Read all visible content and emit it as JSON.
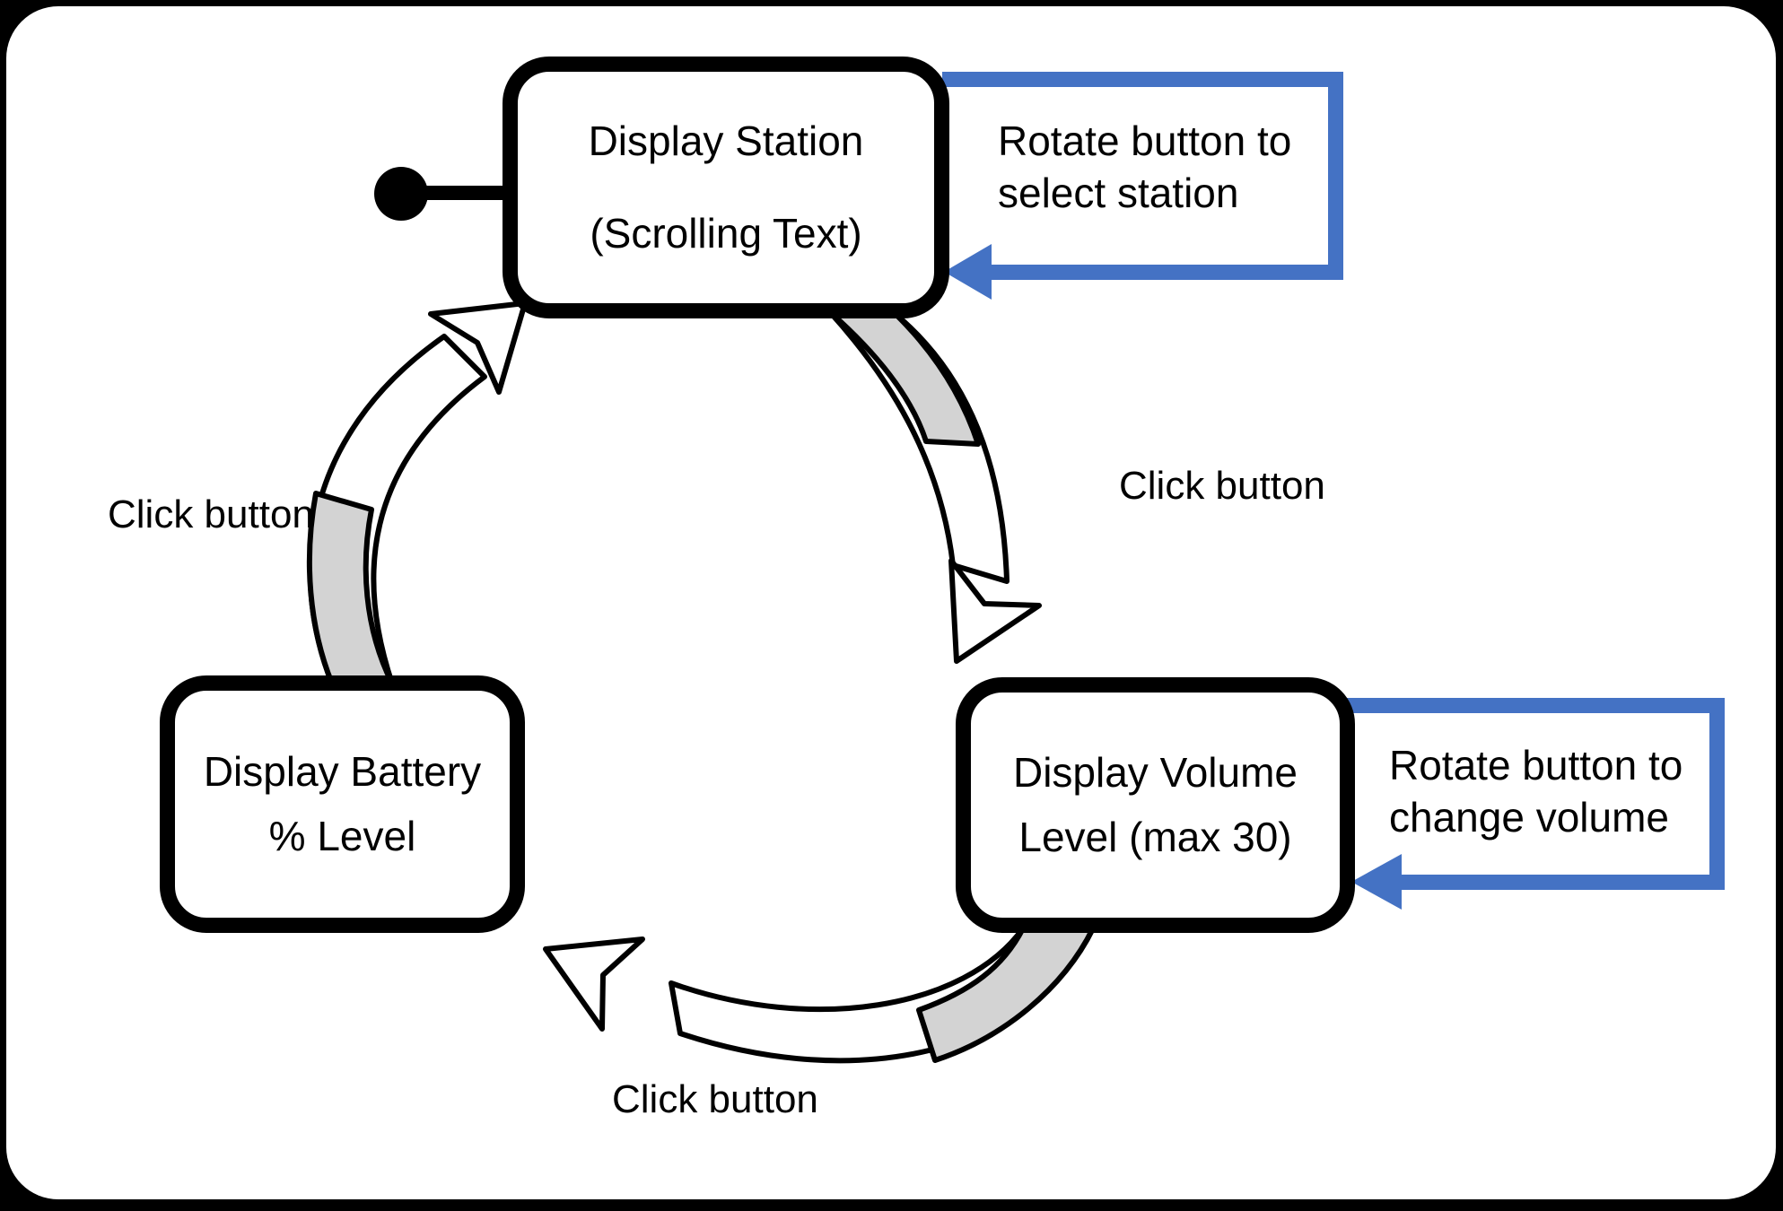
{
  "diagram": {
    "type": "state-machine",
    "boxes": {
      "station": {
        "line1": "Display Station",
        "line2": "(Scrolling Text)"
      },
      "volume": {
        "line1": "Display Volume",
        "line2": "Level (max 30)"
      },
      "battery": {
        "line1": "Display Battery",
        "line2": "% Level"
      }
    },
    "edges": {
      "station_self": "Rotate button to select station",
      "volume_self": "Rotate button to change volume",
      "station_to_volume": "Click button",
      "volume_to_battery": "Click button",
      "battery_to_station": "Click button"
    },
    "colors": {
      "accent_blue": "#4472C4",
      "arrow_gray": "#D3D3D3",
      "ink": "#000000"
    }
  }
}
